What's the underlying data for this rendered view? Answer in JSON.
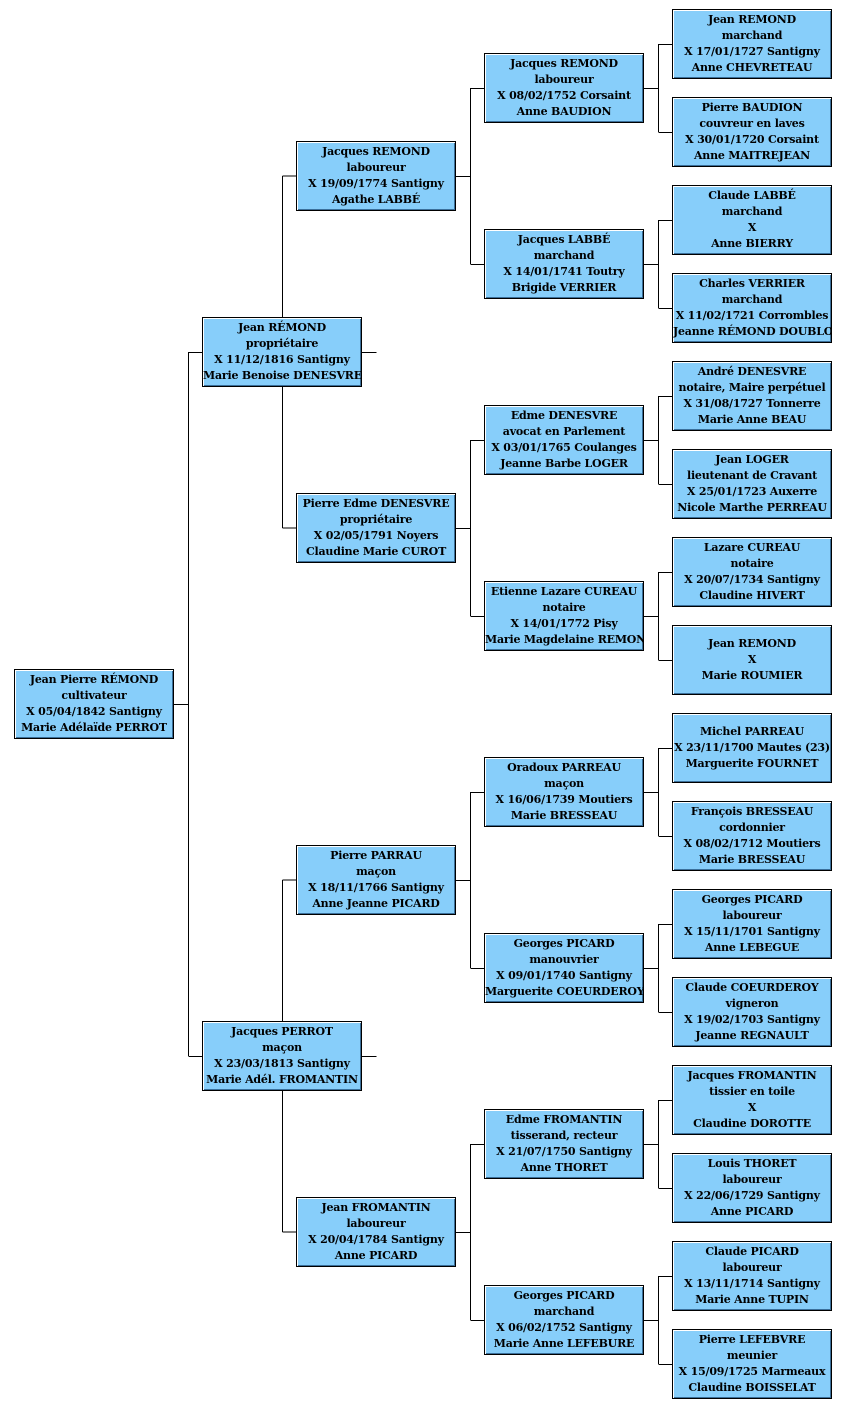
{
  "box_color": "#87cefa",
  "line_color": "#000000",
  "people": [
    {
      "id": "p1",
      "lines": [
        "Jean Pierre RÉMOND",
        "cultivateur",
        "X  05/04/1842  Santigny",
        "Marie Adélaïde PERROT"
      ]
    },
    {
      "id": "p2",
      "lines": [
        "Jean RÉMOND",
        "propriétaire",
        "X  11/12/1816  Santigny",
        "Marie Benoise DENESVRE"
      ]
    },
    {
      "id": "p3",
      "lines": [
        "Jacques PERROT",
        "maçon",
        "X  23/03/1813  Santigny",
        "Marie Adél. FROMANTIN"
      ]
    },
    {
      "id": "p4",
      "lines": [
        "Jacques REMOND",
        "laboureur",
        "X  19/09/1774  Santigny",
        "Agathe LABBÉ"
      ]
    },
    {
      "id": "p5",
      "lines": [
        "Pierre Edme DENESVRE",
        "propriétaire",
        "X  02/05/1791  Noyers",
        "Claudine Marie CUROT"
      ]
    },
    {
      "id": "p6",
      "lines": [
        "Pierre PARRAU",
        "maçon",
        "X  18/11/1766  Santigny",
        "Anne Jeanne PICARD"
      ]
    },
    {
      "id": "p7",
      "lines": [
        "Jean FROMANTIN",
        "laboureur",
        "X  20/04/1784  Santigny",
        "Anne PICARD"
      ]
    },
    {
      "id": "p8",
      "lines": [
        "Jacques REMOND",
        "laboureur",
        "X  08/02/1752  Corsaint",
        "Anne BAUDION"
      ]
    },
    {
      "id": "p9",
      "lines": [
        "Jacques LABBÉ",
        "marchand",
        "X  14/01/1741  Toutry",
        "Brigide VERRIER"
      ]
    },
    {
      "id": "p10",
      "lines": [
        "Edme DENESVRE",
        "avocat en Parlement",
        "X  03/01/1765  Coulanges",
        "Jeanne Barbe LOGER"
      ]
    },
    {
      "id": "p11",
      "lines": [
        "Etienne Lazare CUREAU",
        "notaire",
        "X  14/01/1772  Pisy",
        "Marie Magdelaine REMOND"
      ]
    },
    {
      "id": "p12",
      "lines": [
        "Oradoux PARREAU",
        "maçon",
        "X  16/06/1739  Moutiers",
        "Marie BRESSEAU"
      ]
    },
    {
      "id": "p13",
      "lines": [
        "Georges PICARD",
        "manouvrier",
        "X  09/01/1740  Santigny",
        "Marguerite COEURDEROY"
      ]
    },
    {
      "id": "p14",
      "lines": [
        "Edme FROMANTIN",
        "tisserand, recteur",
        "X  21/07/1750  Santigny",
        "Anne THORET"
      ]
    },
    {
      "id": "p15",
      "lines": [
        "Georges PICARD",
        "marchand",
        "X  06/02/1752  Santigny",
        "Marie Anne LEFEBURE"
      ]
    },
    {
      "id": "p16",
      "lines": [
        "Jean REMOND",
        "marchand",
        "X  17/01/1727  Santigny",
        "Anne CHEVRETEAU"
      ]
    },
    {
      "id": "p17",
      "lines": [
        "Pierre BAUDION",
        "couvreur en laves",
        "X  30/01/1720  Corsaint",
        "Anne MAITREJEAN"
      ]
    },
    {
      "id": "p18",
      "lines": [
        "Claude LABBÉ",
        "marchand",
        "X",
        "Anne BIERRY"
      ]
    },
    {
      "id": "p19",
      "lines": [
        "Charles VERRIER",
        "marchand",
        "X  11/02/1721  Corrombles",
        "Jeanne RÉMOND DOUBLOT"
      ]
    },
    {
      "id": "p20",
      "lines": [
        "André DENESVRE",
        "notaire, Maire perpétuel",
        "X  31/08/1727  Tonnerre",
        "Marie Anne BEAU"
      ]
    },
    {
      "id": "p21",
      "lines": [
        "Jean LOGER",
        "lieutenant de Cravant",
        "X  25/01/1723  Auxerre",
        "Nicole Marthe PERREAU"
      ]
    },
    {
      "id": "p22",
      "lines": [
        "Lazare CUREAU",
        "notaire",
        "X  20/07/1734  Santigny",
        "Claudine HIVERT"
      ]
    },
    {
      "id": "p23",
      "lines": [
        "Jean REMOND",
        "X",
        "Marie ROUMIER"
      ]
    },
    {
      "id": "p24",
      "lines": [
        "Michel PARREAU",
        "X  23/11/1700  Mautes (23)",
        "Marguerite FOURNET"
      ]
    },
    {
      "id": "p25",
      "lines": [
        "François BRESSEAU",
        "cordonnier",
        "X  08/02/1712  Moutiers",
        "Marie BRESSEAU"
      ]
    },
    {
      "id": "p26",
      "lines": [
        "Georges PICARD",
        "laboureur",
        "X  15/11/1701  Santigny",
        "Anne LEBEGUE"
      ]
    },
    {
      "id": "p27",
      "lines": [
        "Claude COEURDEROY",
        "vigneron",
        "X  19/02/1703  Santigny",
        "Jeanne REGNAULT"
      ]
    },
    {
      "id": "p28",
      "lines": [
        "Jacques FROMANTIN",
        "tissier en toile",
        "X",
        "Claudine DOROTTE"
      ]
    },
    {
      "id": "p29",
      "lines": [
        "Louis THORET",
        "laboureur",
        "X  22/06/1729  Santigny",
        "Anne PICARD"
      ]
    },
    {
      "id": "p30",
      "lines": [
        "Claude PICARD",
        "laboureur",
        "X  13/11/1714  Santigny",
        "Marie Anne TUPIN"
      ]
    },
    {
      "id": "p31",
      "lines": [
        "Pierre LEFEBVRE",
        "meunier",
        "X  15/09/1725  Marmeaux",
        "Claudine BOISSELAT"
      ]
    }
  ]
}
